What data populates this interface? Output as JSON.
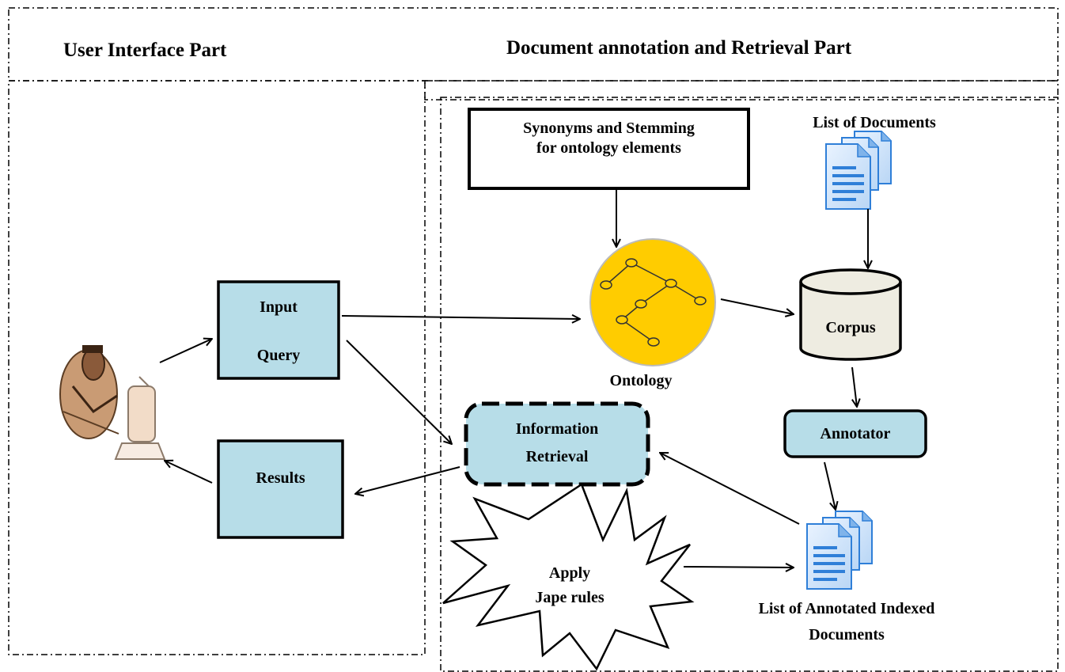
{
  "headers": {
    "user_interface": "User Interface Part",
    "doc_annotation": "Document annotation and Retrieval Part"
  },
  "nodes": {
    "synonyms": "Synonyms and Stemming\nfor ontology elements",
    "list_of_documents": "List of Documents",
    "input_line1": "Input",
    "input_line2": "Query",
    "ontology": "Ontology",
    "corpus": "Corpus",
    "annotator": "Annotator",
    "info_line1": "Information",
    "info_line2": "Retrieval",
    "results": "Results",
    "apply_line1": "Apply",
    "apply_line2": "Jape rules",
    "annotated_line1": "List of Annotated Indexed",
    "annotated_line2": "Documents"
  },
  "icons": {
    "user": "user-at-computer-icon",
    "document_stack": "document-stack-icon",
    "ontology": "ontology-graph-icon",
    "corpus": "database-cylinder-icon"
  },
  "colors": {
    "box_fill": "#b7dde8",
    "ontology_fill": "#ffcc00",
    "corpus_fill": "#eeece1",
    "doc_blue": "#2f7fd8"
  }
}
